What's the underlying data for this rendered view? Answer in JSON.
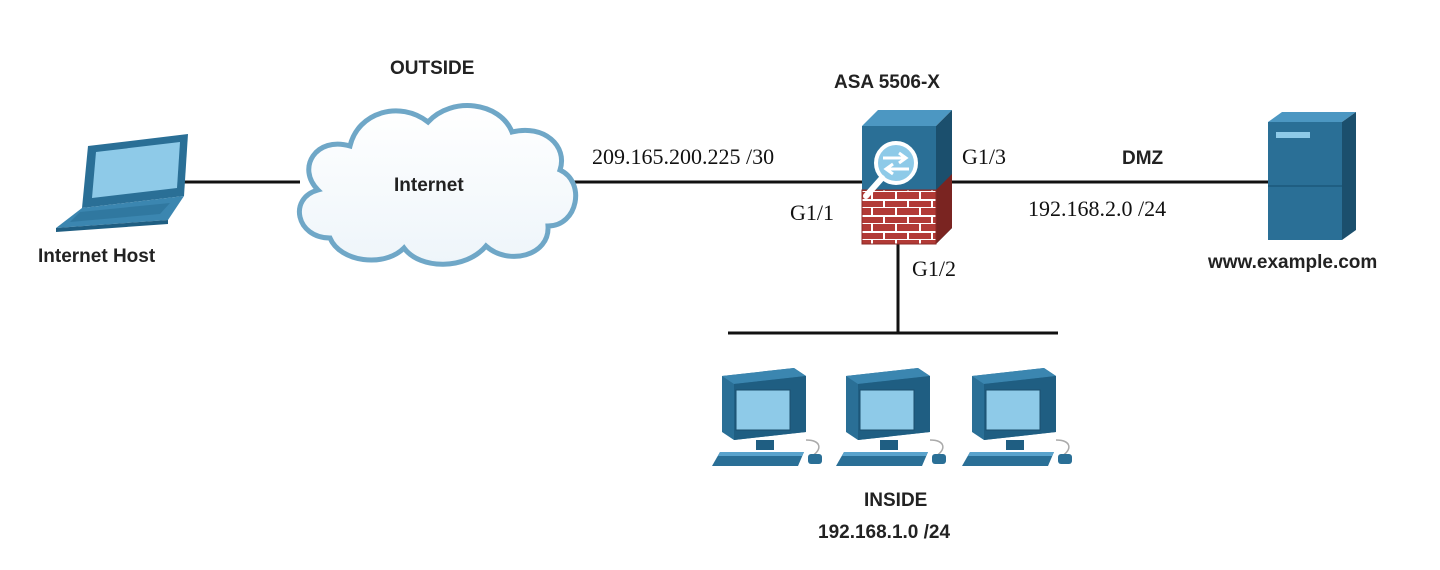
{
  "diagram": {
    "labels": {
      "outside": "OUTSIDE",
      "internet": "Internet",
      "internet_host": "Internet Host",
      "asa": "ASA 5506-X",
      "outside_ip": "209.165.200.225 /30",
      "g11": "G1/1",
      "g13": "G1/3",
      "g12": "G1/2",
      "dmz": "DMZ",
      "dmz_net": "192.168.2.0 /24",
      "server": "www.example.com",
      "inside": "INSIDE",
      "inside_net": "192.168.1.0 /24"
    },
    "icons": {
      "laptop": "laptop-icon",
      "cloud": "cloud-icon",
      "firewall": "asa-firewall-icon",
      "server": "server-icon",
      "pc": "pc-icon"
    },
    "colors": {
      "device_blue": "#2A6F96",
      "device_light": "#8ECAE8",
      "brick": "#B23A36",
      "line": "#111111"
    }
  }
}
